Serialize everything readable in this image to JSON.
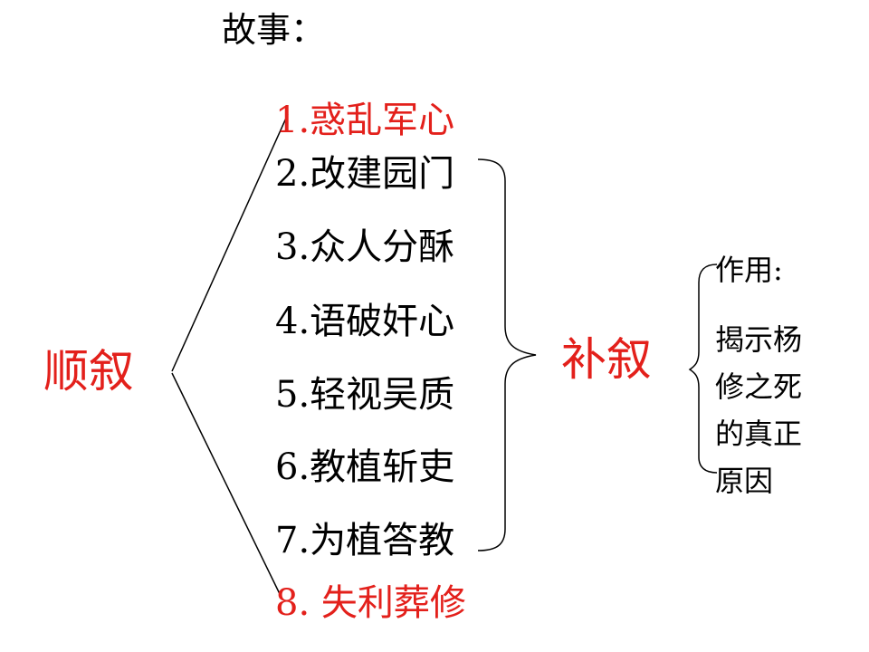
{
  "title": "故事：",
  "left_label": "顺叙",
  "middle_label": "补叙",
  "stories": [
    "1.惑乱军心",
    "2.改建园门",
    "3.众人分酥",
    "4.语破奸心",
    "5.轻视吴质",
    "6.教植斩吏",
    "7.为植答教",
    "8. 失利葬修"
  ],
  "effect": {
    "heading": "作用:",
    "lines": [
      "揭示杨",
      "修之死",
      "的真正",
      "原因"
    ]
  },
  "colors": {
    "highlight": "#e3201b",
    "text": "#000000"
  }
}
